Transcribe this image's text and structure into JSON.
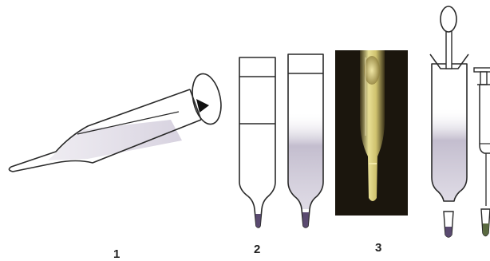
{
  "figure": {
    "step_labels": [
      "1",
      "2",
      "3"
    ],
    "colors": {
      "outline": "#2a2a2a",
      "sediment": "#b9b2c6",
      "tip_dark": "#5a4a70",
      "photo_bg": "#1b160d",
      "photo_glass": "#d7cf7e",
      "bulb_fill": "#ffffff"
    },
    "icons": [
      "rotation-arrow-icon",
      "pipette-bulb-icon",
      "syringe-icon"
    ]
  }
}
